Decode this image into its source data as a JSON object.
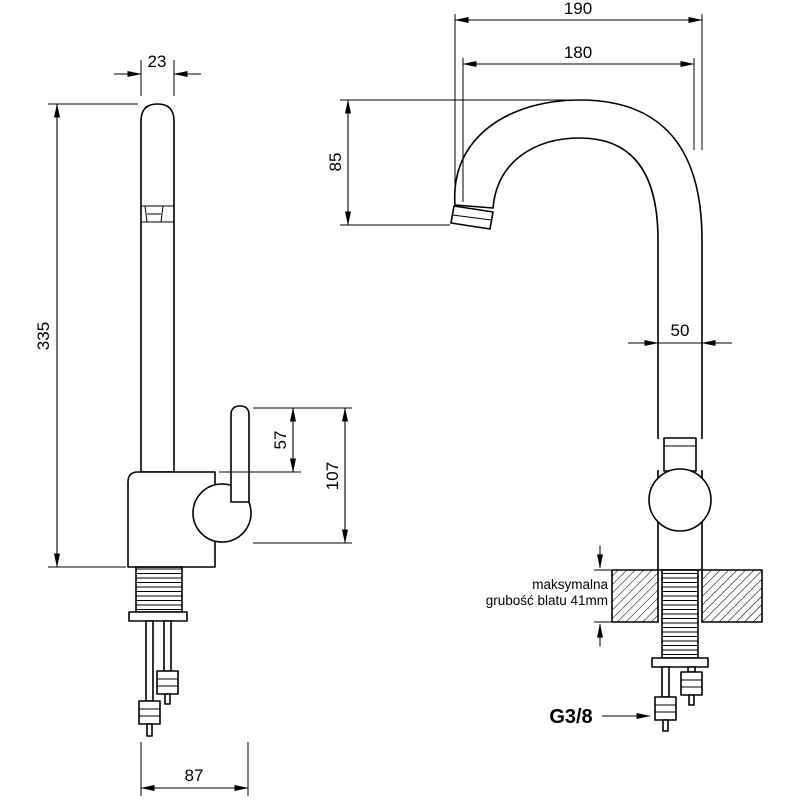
{
  "style": {
    "ink": "#000000",
    "background": "#ffffff"
  },
  "views": {
    "side": {
      "dims": {
        "tube_width": "23",
        "total_height": "335",
        "lever_height": "57",
        "body_height": "107",
        "base_depth": "87"
      }
    },
    "front": {
      "dims": {
        "overall_width": "190",
        "spout_reach": "180",
        "spout_drop": "85",
        "column_width": "50"
      },
      "countertop_note": {
        "line1": "maksymalna",
        "line2": "grubość blatu 41mm"
      },
      "connection_thread": "G3/8"
    }
  }
}
